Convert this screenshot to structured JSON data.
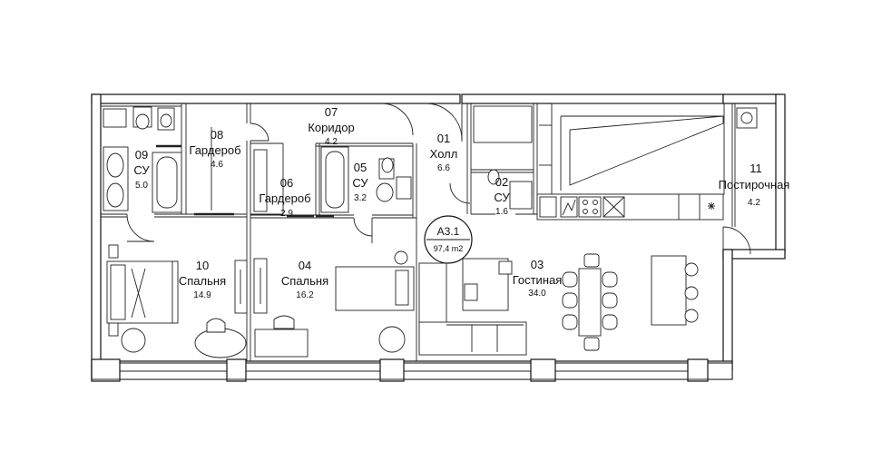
{
  "apartment": {
    "code": "А3.1",
    "total_area": "97,4 m2"
  },
  "rooms": [
    {
      "num": "01",
      "name": "Холл",
      "area": "6.6"
    },
    {
      "num": "02",
      "name": "СУ",
      "area": "1.6"
    },
    {
      "num": "03",
      "name": "Гостиная",
      "area": "34.0"
    },
    {
      "num": "04",
      "name": "Спальня",
      "area": "16.2"
    },
    {
      "num": "05",
      "name": "СУ",
      "area": "3.2"
    },
    {
      "num": "06",
      "name": "Гардероб",
      "area": "2.9"
    },
    {
      "num": "07",
      "name": "Коридор",
      "area": "4.2"
    },
    {
      "num": "08",
      "name": "Гардероб",
      "area": "4.6"
    },
    {
      "num": "09",
      "name": "СУ",
      "area": "5.0"
    },
    {
      "num": "10",
      "name": "Спальня",
      "area": "14.9"
    },
    {
      "num": "11",
      "name": "Постирочная",
      "area": "4.2"
    }
  ]
}
